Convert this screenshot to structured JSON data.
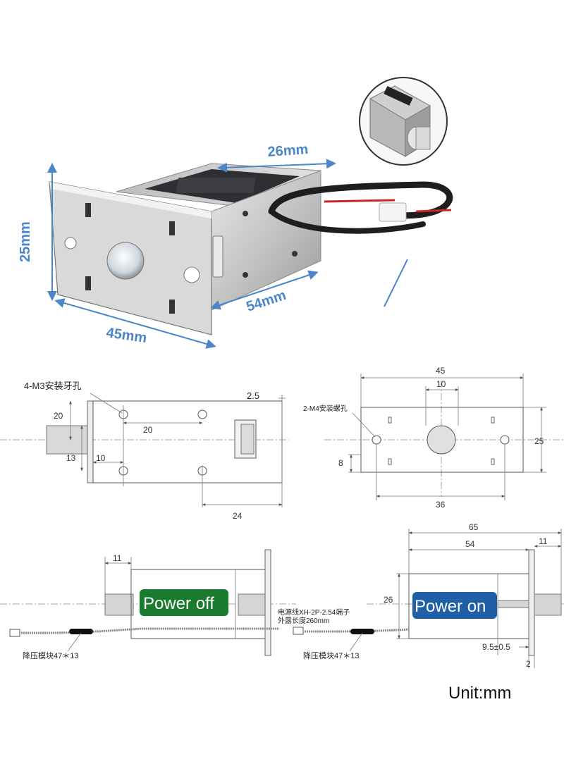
{
  "photo": {
    "dim_length": "54mm",
    "dim_width": "26mm",
    "dim_height": "25mm",
    "dim_plate": "45mm"
  },
  "side_view": {
    "label_holes": "4-M3安装牙孔",
    "dim_2_5": "2.5",
    "dim_20a": "20",
    "dim_20b": "20",
    "dim_13": "13",
    "dim_10": "10",
    "dim_24": "24"
  },
  "front_view": {
    "dim_45": "45",
    "dim_10": "10",
    "label_holes": "2-M4安装螺孔",
    "dim_25": "25",
    "dim_8": "8",
    "dim_36": "36"
  },
  "off_view": {
    "dim_11": "11",
    "badge": "Power off",
    "badge_color": "#1a7a2e",
    "wire_label_1": "电源线XH-2P-2.54端子",
    "wire_label_2": "外露长度260mm",
    "module_label": "降压模块47＊13"
  },
  "on_view": {
    "dim_65": "65",
    "dim_54": "54",
    "dim_11": "11",
    "dim_26": "26",
    "badge": "Power on",
    "badge_color": "#1f5fa8",
    "dim_9_5": "9.5±0.5",
    "dim_2": "2",
    "module_label": "降压模块47＊13"
  },
  "footer": {
    "unit": "Unit:mm"
  }
}
